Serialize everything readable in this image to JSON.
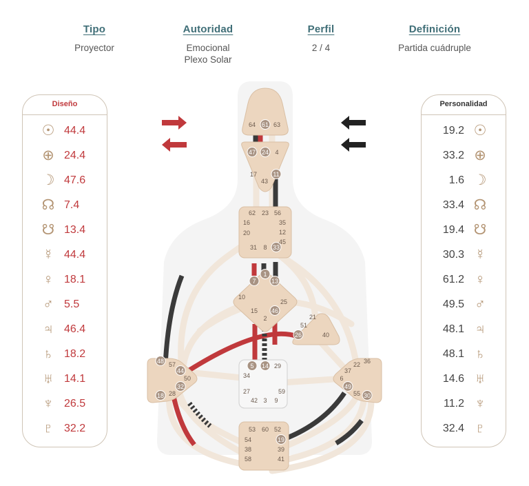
{
  "summary": {
    "tipo": {
      "label": "Tipo",
      "value": "Proyector"
    },
    "autoridad": {
      "label": "Autoridad",
      "value_line1": "Emocional",
      "value_line2": "Plexo Solar"
    },
    "perfil": {
      "label": "Perfil",
      "value": "2 / 4"
    },
    "definicion": {
      "label": "Definición",
      "value": "Partida cuádruple"
    }
  },
  "design": {
    "title": "Diseño",
    "color": "#c0393c",
    "rows": [
      {
        "planet": "sun-icon",
        "glyph": "☉",
        "value": "44.4"
      },
      {
        "planet": "earth-icon",
        "glyph": "⊕",
        "value": "24.4"
      },
      {
        "planet": "moon-icon",
        "glyph": "☽",
        "value": "47.6"
      },
      {
        "planet": "north-node-icon",
        "glyph": "☊",
        "value": "7.4"
      },
      {
        "planet": "south-node-icon",
        "glyph": "☋",
        "value": "13.4"
      },
      {
        "planet": "mercury-icon",
        "glyph": "☿",
        "value": "44.4"
      },
      {
        "planet": "venus-icon",
        "glyph": "♀",
        "value": "18.1"
      },
      {
        "planet": "mars-icon",
        "glyph": "♂",
        "value": "5.5"
      },
      {
        "planet": "jupiter-icon",
        "glyph": "♃",
        "value": "46.4"
      },
      {
        "planet": "saturn-icon",
        "glyph": "♄",
        "value": "18.2"
      },
      {
        "planet": "uranus-icon",
        "glyph": "♅",
        "value": "14.1"
      },
      {
        "planet": "neptune-icon",
        "glyph": "♆",
        "value": "26.5"
      },
      {
        "planet": "pluto-icon",
        "glyph": "♇",
        "value": "32.2"
      }
    ]
  },
  "personality": {
    "title": "Personalidad",
    "color": "#333333",
    "rows": [
      {
        "planet": "sun-icon",
        "glyph": "☉",
        "value": "19.2"
      },
      {
        "planet": "earth-icon",
        "glyph": "⊕",
        "value": "33.2"
      },
      {
        "planet": "moon-icon",
        "glyph": "☽",
        "value": "1.6"
      },
      {
        "planet": "north-node-icon",
        "glyph": "☊",
        "value": "33.4"
      },
      {
        "planet": "south-node-icon",
        "glyph": "☋",
        "value": "19.4"
      },
      {
        "planet": "mercury-icon",
        "glyph": "☿",
        "value": "30.3"
      },
      {
        "planet": "venus-icon",
        "glyph": "♀",
        "value": "61.2"
      },
      {
        "planet": "mars-icon",
        "glyph": "♂",
        "value": "49.5"
      },
      {
        "planet": "jupiter-icon",
        "glyph": "♃",
        "value": "48.1"
      },
      {
        "planet": "saturn-icon",
        "glyph": "♄",
        "value": "48.1"
      },
      {
        "planet": "uranus-icon",
        "glyph": "♅",
        "value": "14.6"
      },
      {
        "planet": "neptune-icon",
        "glyph": "♆",
        "value": "11.2"
      },
      {
        "planet": "pluto-icon",
        "glyph": "♇",
        "value": "32.4"
      }
    ]
  },
  "bodygraph": {
    "colors": {
      "center": "#ecd6bf",
      "center_stroke": "#d9bfa4",
      "undefined_center": "#f7f7f7",
      "channel": "#f3ebe2",
      "design": "#c0393c",
      "personality": "#3a3a3a",
      "active_gate": "#a89383"
    },
    "centers": {
      "head": {
        "gates": [
          "64",
          "61",
          "63"
        ],
        "active": [
          "61"
        ]
      },
      "ajna": {
        "gates": [
          "47",
          "24",
          "4",
          "17",
          "43",
          "11"
        ],
        "active": [
          "47",
          "24",
          "11"
        ]
      },
      "throat": {
        "gates": [
          "62",
          "23",
          "56",
          "16",
          "35",
          "20",
          "12",
          "45",
          "31",
          "8",
          "33"
        ],
        "active": [
          "33"
        ]
      },
      "g": {
        "gates": [
          "1",
          "7",
          "13",
          "10",
          "25",
          "15",
          "46",
          "2"
        ],
        "active": [
          "1",
          "7",
          "13",
          "46"
        ]
      },
      "heart": {
        "gates": [
          "21",
          "51",
          "26",
          "40"
        ],
        "active": [
          "26"
        ]
      },
      "spleen": {
        "gates": [
          "48",
          "57",
          "44",
          "50",
          "32",
          "28",
          "18"
        ],
        "active": [
          "48",
          "44",
          "32",
          "18"
        ]
      },
      "sacral": {
        "gates": [
          "5",
          "14",
          "29",
          "34",
          "27",
          "59",
          "42",
          "3",
          "9"
        ],
        "active": [
          "5",
          "14"
        ]
      },
      "solar_plexus": {
        "gates": [
          "22",
          "36",
          "37",
          "6",
          "49",
          "55",
          "30"
        ],
        "active": [
          "49",
          "30"
        ]
      },
      "root": {
        "gates": [
          "53",
          "60",
          "52",
          "54",
          "19",
          "38",
          "39",
          "58",
          "41"
        ],
        "active": [
          "19"
        ]
      }
    }
  }
}
